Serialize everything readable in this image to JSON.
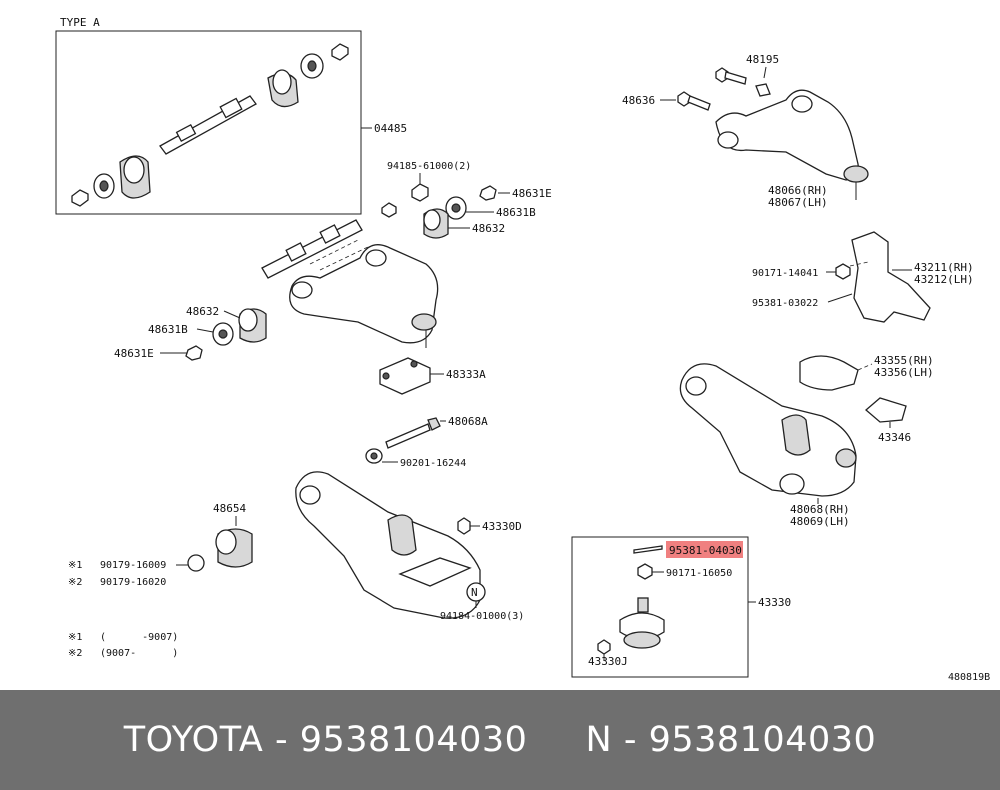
{
  "diagram": {
    "type_a_label": "TYPE A",
    "figure_code": "480819B",
    "highlight_color": "#f08080",
    "labels": {
      "p04485": "04485",
      "p94185": "94185-61000(2)",
      "p48631E_top": "48631E",
      "p48631B_top": "48631B",
      "p48632_top": "48632",
      "p48632_left": "48632",
      "p48631B_left": "48631B",
      "p48631E_left": "48631E",
      "p48333A": "48333A",
      "p48068A": "48068A",
      "p90201": "90201-16244",
      "p48654": "48654",
      "p90179_16009": "90179-16009",
      "p90179_16020": "90179-16020",
      "mark1": "※1",
      "mark2": "※2",
      "note1_mark": "※1",
      "note1_text": "(      -9007)",
      "note2_mark": "※2",
      "note2_text": "(9007-      )",
      "p43330D": "43330D",
      "p94184": "94184-01000(3)",
      "circle_n": "N",
      "p48195": "48195",
      "p48636": "48636",
      "p48066": "48066(RH)",
      "p48067": "48067(LH)",
      "p90171_14041": "90171-14041",
      "p95381_03022": "95381-03022",
      "p43211": "43211(RH)",
      "p43212": "43212(LH)",
      "p43355": "43355(RH)",
      "p43356": "43356(LH)",
      "p43346": "43346",
      "p48068": "48068(RH)",
      "p48069": "48069(LH)",
      "p95381_04030": "95381-04030",
      "p90171_16050": "90171-16050",
      "p43330": "43330",
      "p43330J": "43330J"
    }
  },
  "footer": {
    "text": "TOYOTA - 9538104030     N - 9538104030"
  }
}
